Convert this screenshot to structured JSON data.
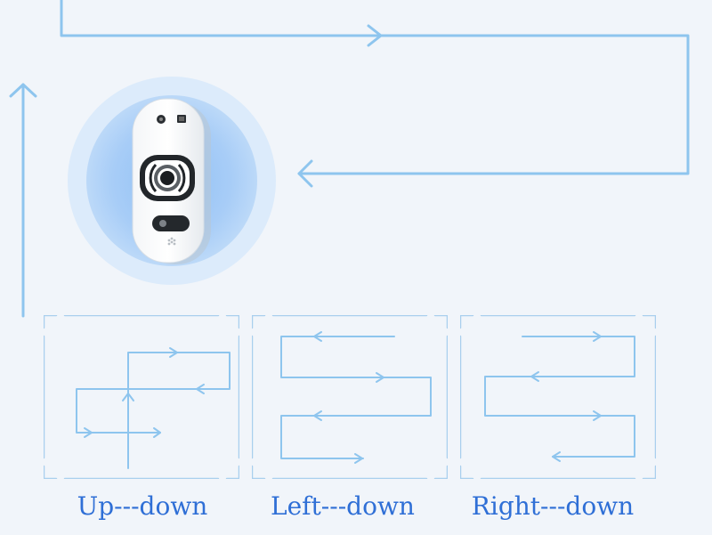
{
  "colors": {
    "background": "#f1f5fa",
    "path_line": "#8ec5ee",
    "corner_bracket": "#a9cfee",
    "label_text": "#2f6fd6",
    "halo_outer": "#dcebfb",
    "halo_mid": "#bcd9f8",
    "halo_inner": "#9cc7f5",
    "robot_body": "#ffffff"
  },
  "icons": {
    "robot": "window-cleaning-robot-icon",
    "arrow": "chevron-arrow-icon"
  },
  "modes": [
    {
      "key": "up_down",
      "label": "Up---down"
    },
    {
      "key": "left_down",
      "label": "Left---down"
    },
    {
      "key": "right_down",
      "label": "Right---down"
    }
  ]
}
